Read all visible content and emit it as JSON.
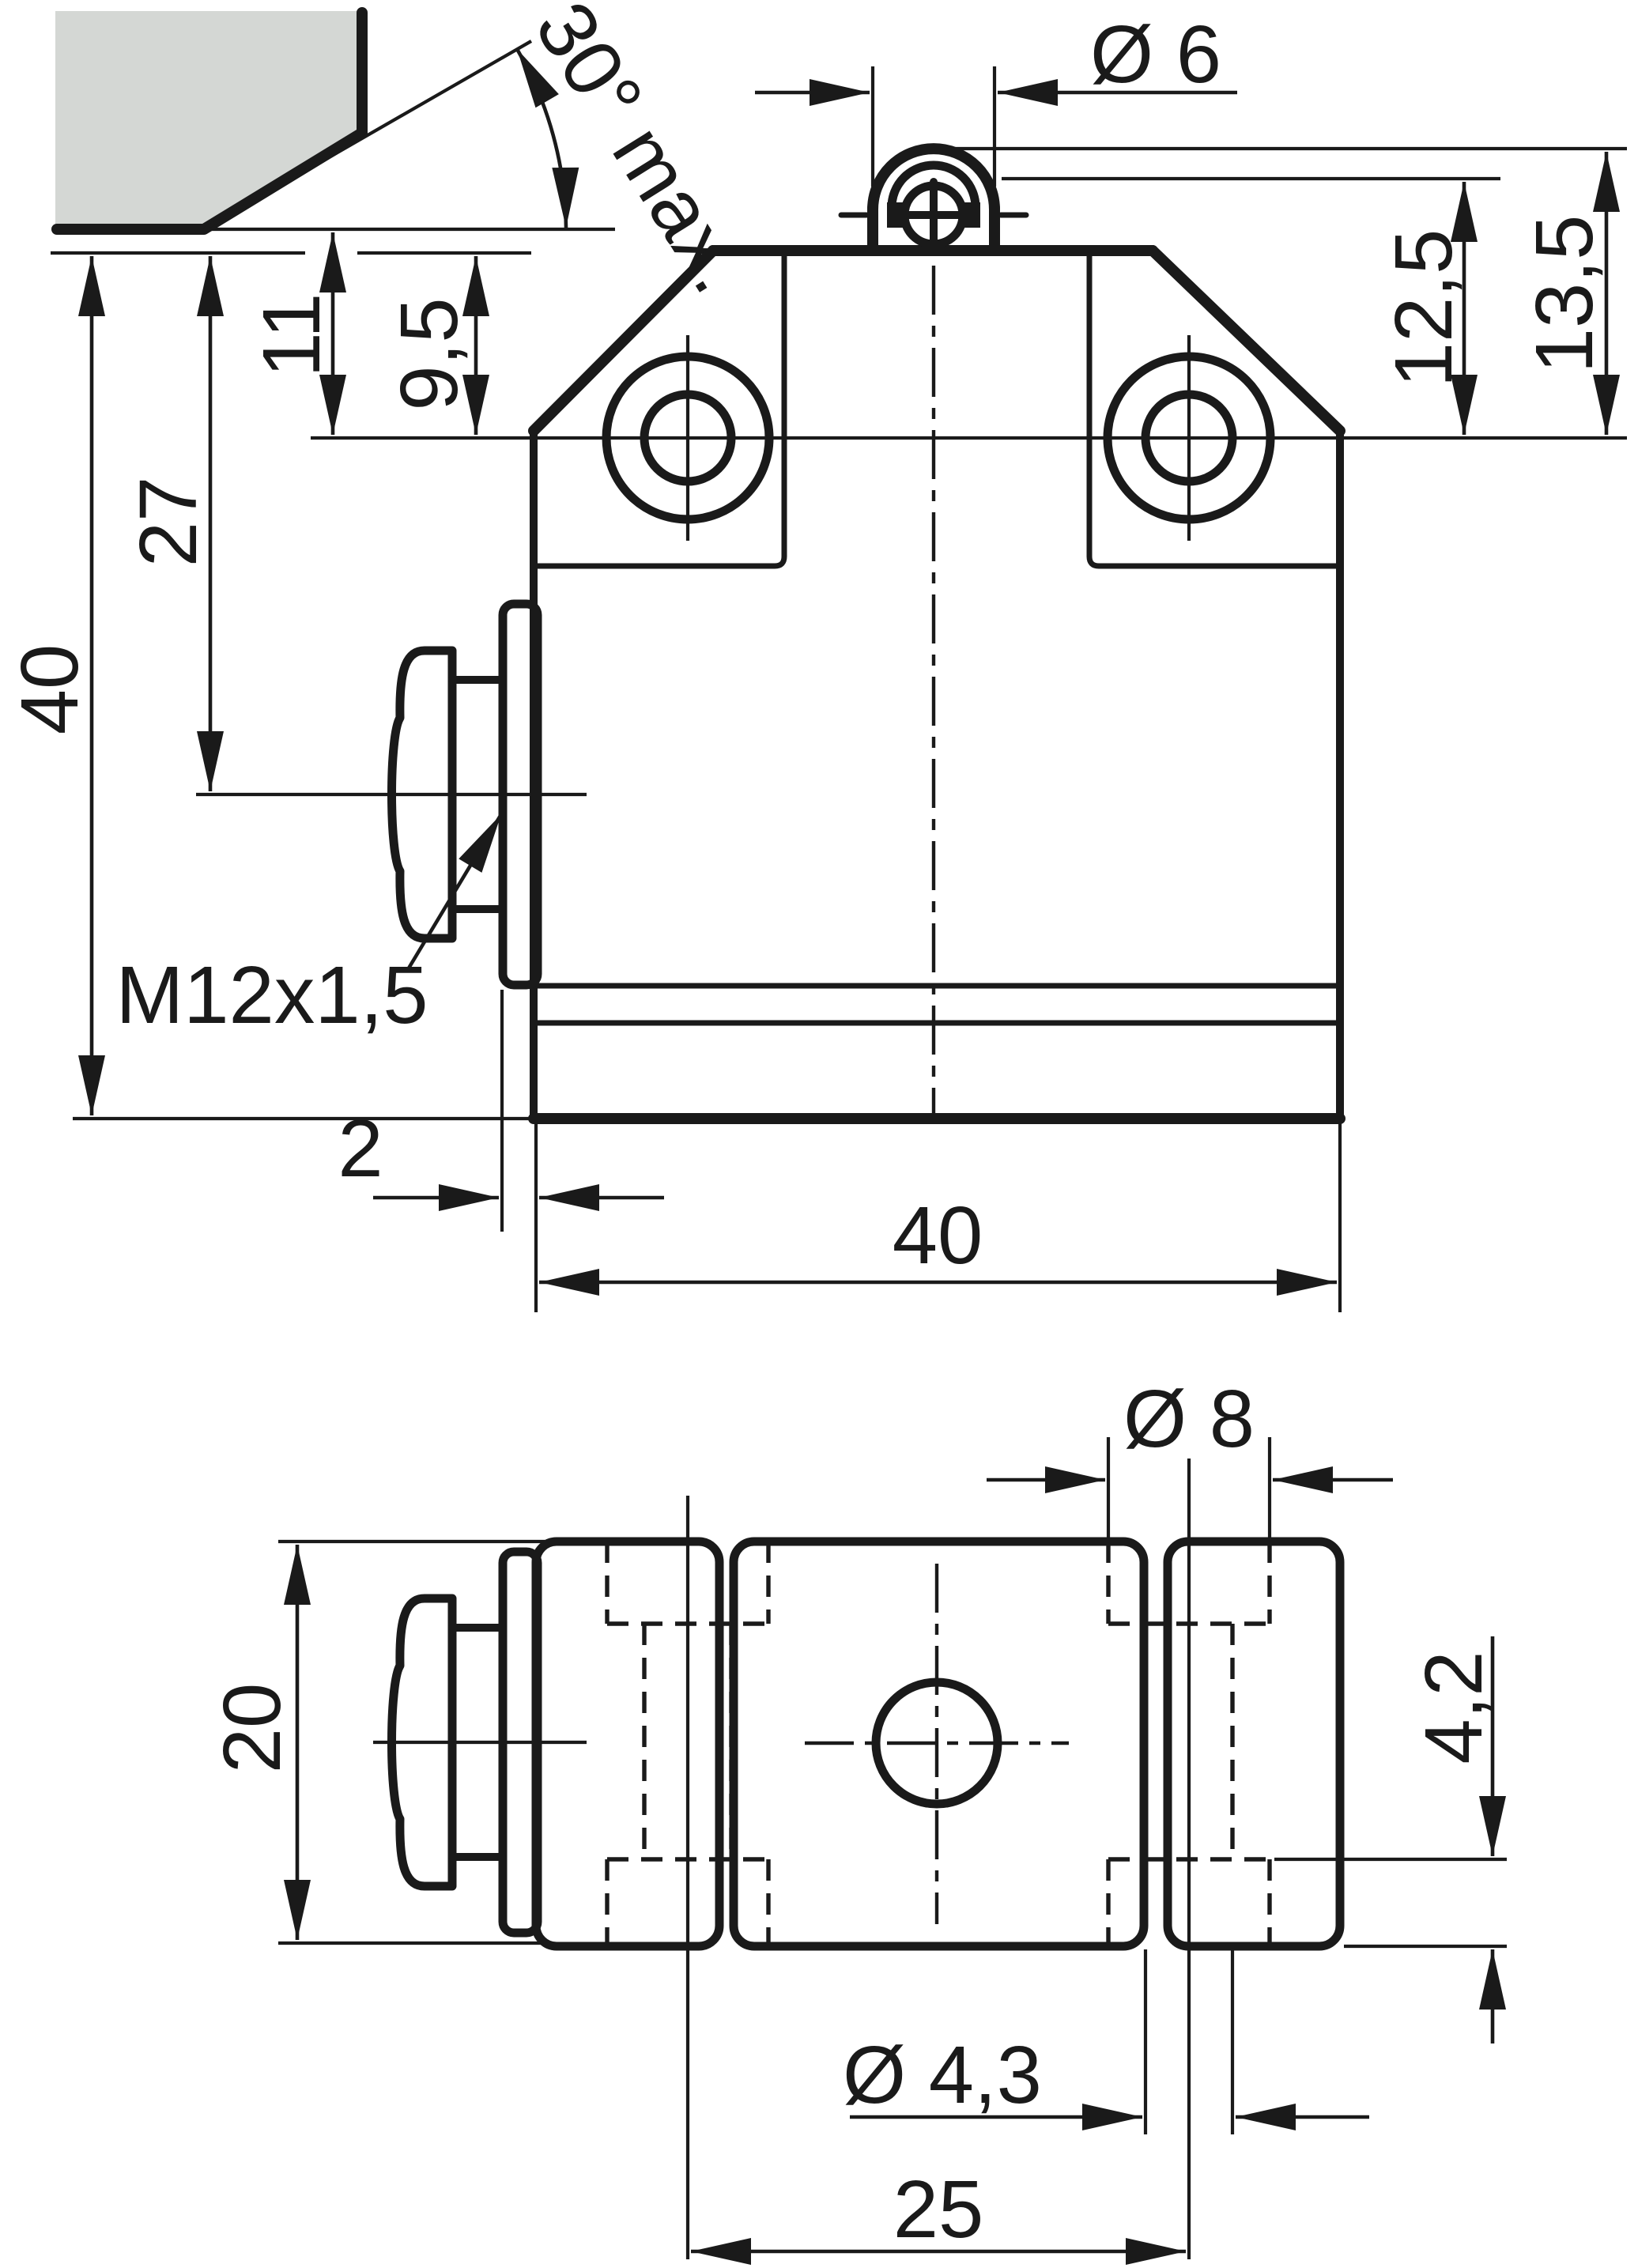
{
  "drawing": {
    "type": "mechanical dimension drawing - limit switch with roller plunger, two orthographic views",
    "colors": {
      "line": "#1a1a1a",
      "plate_fill": "#d4d7d4",
      "background": "#ffffff"
    },
    "side_view": {
      "angle_label": "30° max.",
      "roller_diameter": "Ø 6",
      "dim_roller_top_to_hole_axis": "13,5",
      "dim_operating_point_to_hole_axis": "12,5",
      "dim_plunger_plane_to_hole_axis": "11",
      "dim_body_top_to_hole_axis": "9,5",
      "dim_body_top_to_connector_axis": "27",
      "dim_body_height": "40",
      "thread_label": "M12x1,5",
      "dim_plate_offset": "2",
      "dim_body_width": "40"
    },
    "bottom_view": {
      "dim_counterbore_diameter": "Ø 8",
      "dim_body_depth": "20",
      "dim_counterbore_depth": "4,2",
      "dim_through_hole_diameter": "Ø 4,3",
      "dim_hole_spacing": "25"
    }
  }
}
